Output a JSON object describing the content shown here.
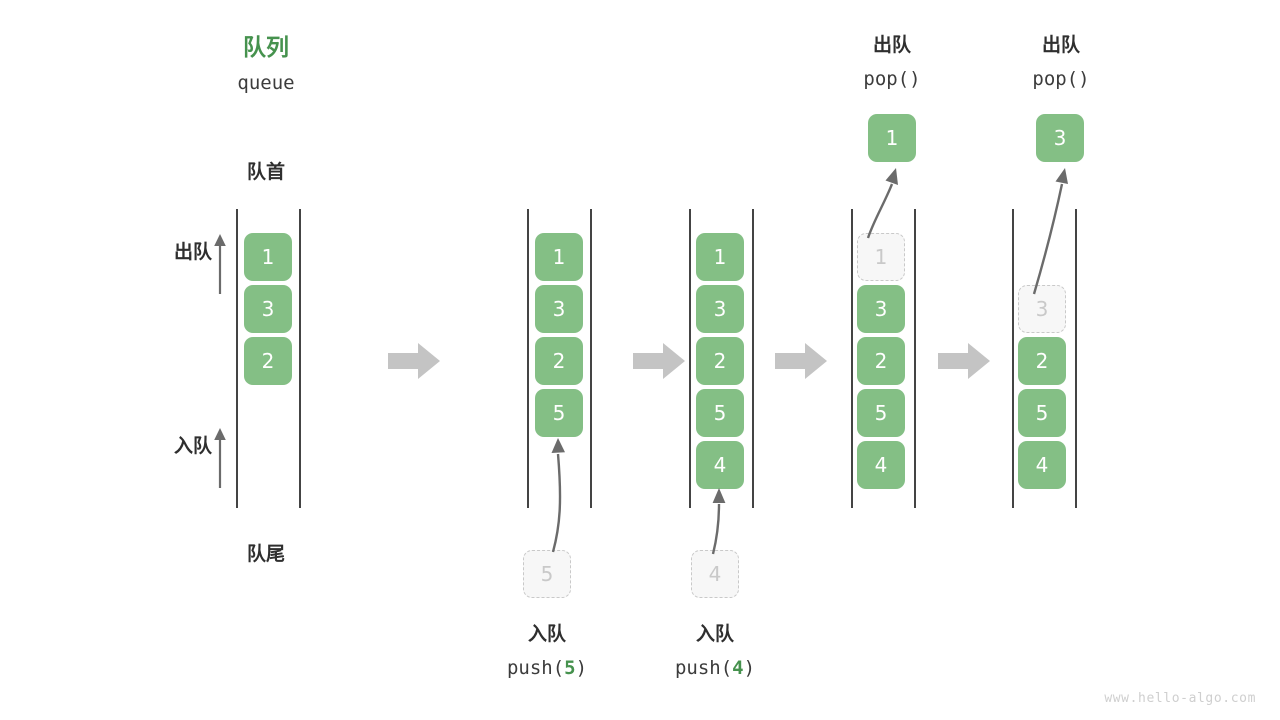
{
  "figure": {
    "title_cn": "队列",
    "title_code": "queue",
    "front_label": "队首",
    "rear_label": "队尾",
    "dequeue_label": "出队",
    "enqueue_label": "入队",
    "watermark": "www.hello-algo.com",
    "colors": {
      "box_fill": "#84bf85",
      "box_text": "#ffffff",
      "ghost_fill": "#f7f7f7",
      "ghost_border": "#c9c9c9",
      "ghost_text": "#c9c9c9",
      "rail": "#444444",
      "accent_green": "#46924e",
      "arrow_grey": "#6b6b6b",
      "step_arrow_grey": "#c4c4c4",
      "watermark_grey": "#cfcfcf"
    }
  },
  "steps": [
    {
      "id": "initial",
      "caption_cn": "",
      "caption_code": "",
      "items": [
        "1",
        "3",
        "2"
      ],
      "ghost_index": -1
    },
    {
      "id": "push-5",
      "caption_cn": "入队",
      "caption_code_prefix": "push(",
      "caption_code_arg": "5",
      "caption_code_suffix": ")",
      "items": [
        "1",
        "3",
        "2",
        "5"
      ],
      "moving_value": "5",
      "ghost_index": -1
    },
    {
      "id": "push-4",
      "caption_cn": "入队",
      "caption_code_prefix": "push(",
      "caption_code_arg": "4",
      "caption_code_suffix": ")",
      "items": [
        "1",
        "3",
        "2",
        "5",
        "4"
      ],
      "moving_value": "4",
      "ghost_index": -1
    },
    {
      "id": "pop-1",
      "caption_cn": "出队",
      "caption_code": "pop()",
      "items": [
        "1",
        "3",
        "2",
        "5",
        "4"
      ],
      "ghost_index": 0,
      "popped_value": "1"
    },
    {
      "id": "pop-3",
      "caption_cn": "出队",
      "caption_code": "pop()",
      "items": [
        "3",
        "2",
        "5",
        "4"
      ],
      "ghost_index": 0,
      "popped_value": "3"
    }
  ]
}
